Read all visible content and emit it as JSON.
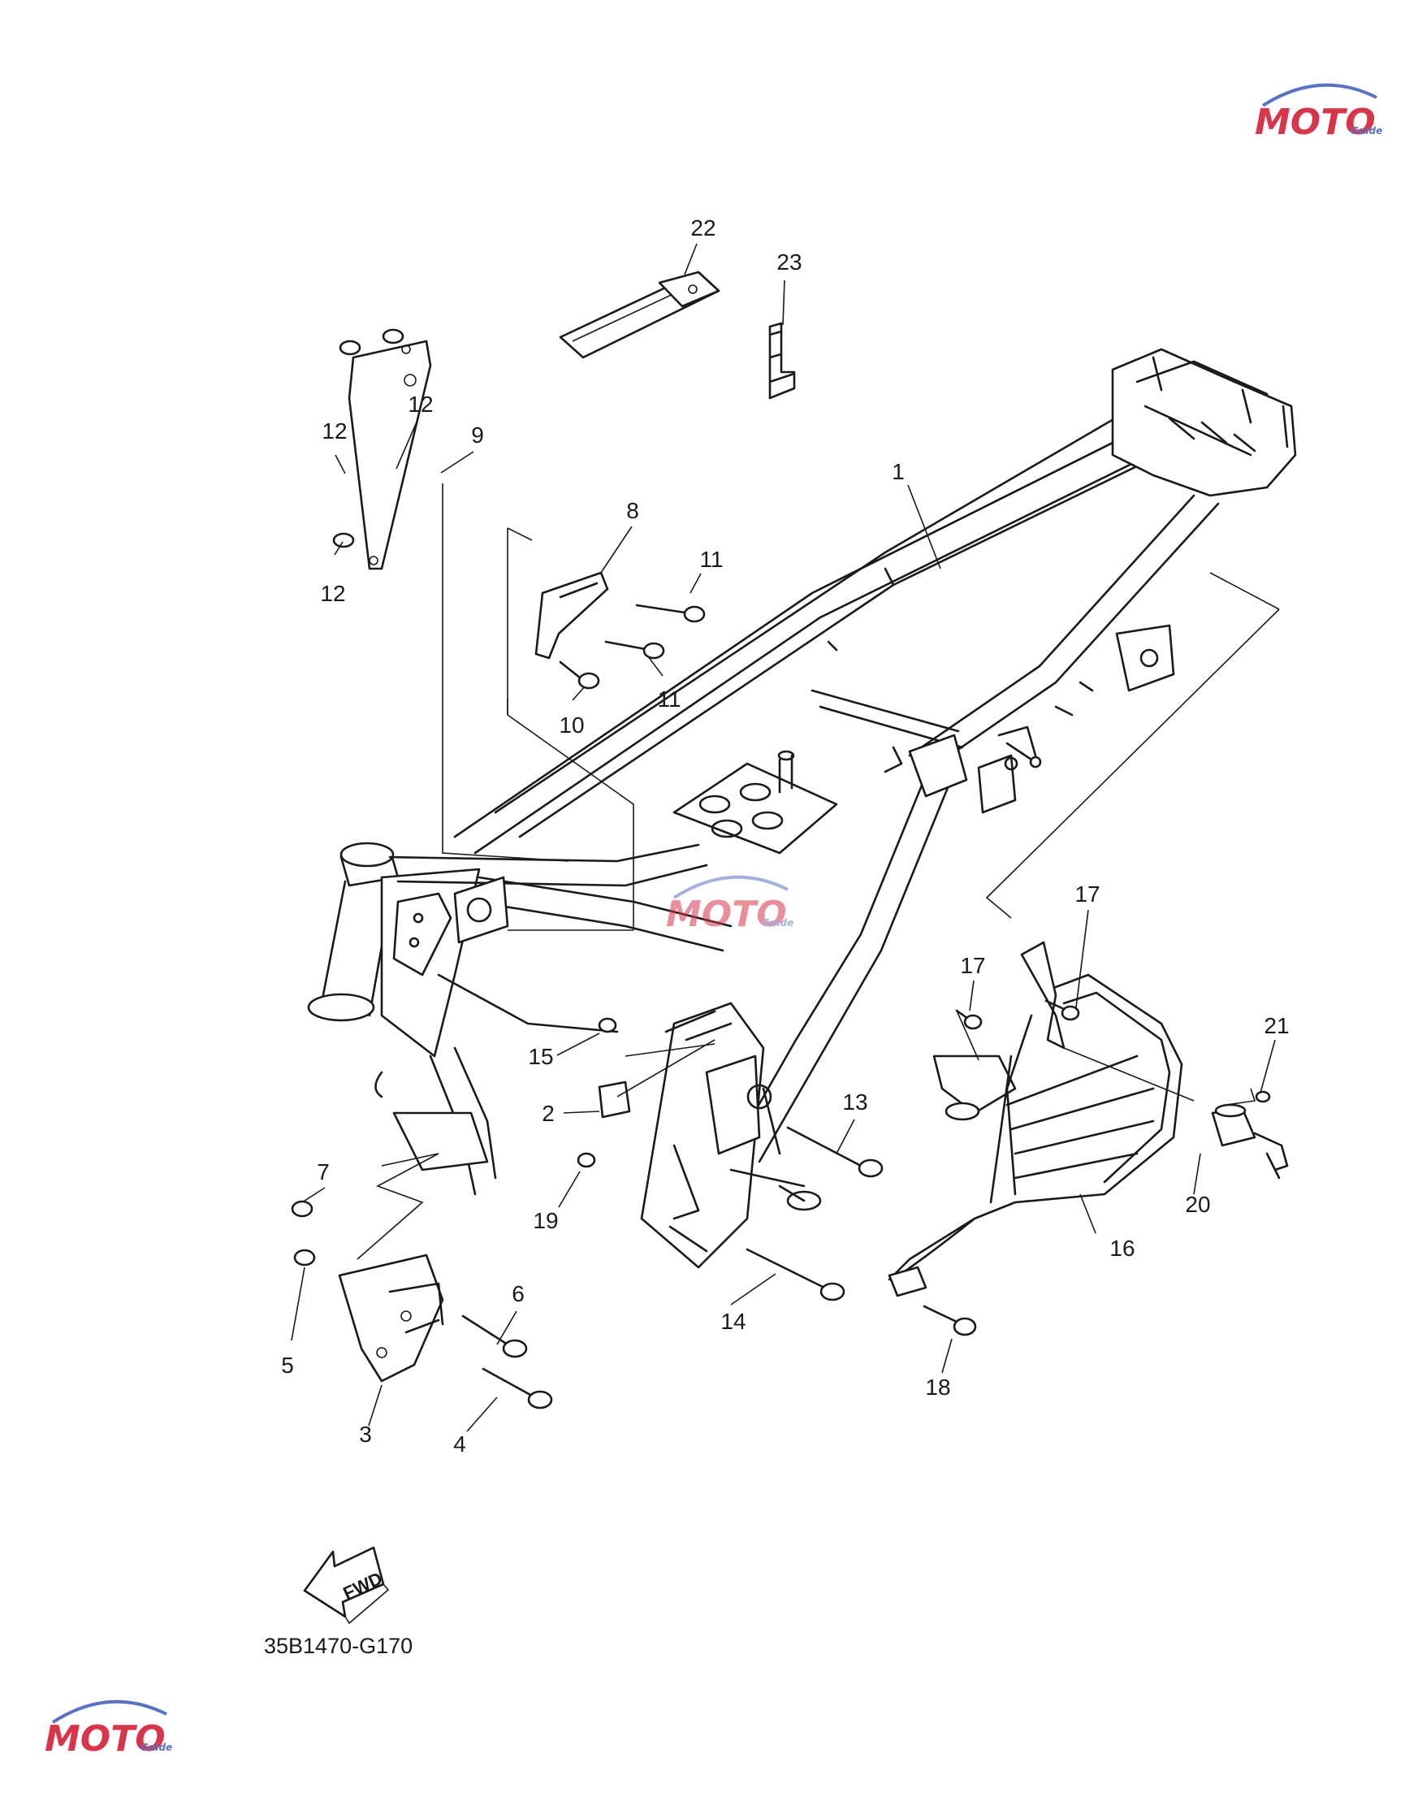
{
  "diagram": {
    "callouts": [
      "1",
      "2",
      "3",
      "4",
      "5",
      "6",
      "7",
      "8",
      "9",
      "10",
      "11",
      "11",
      "12",
      "12",
      "12",
      "13",
      "14",
      "15",
      "16",
      "17",
      "17",
      "18",
      "19",
      "20",
      "21",
      "22",
      "23"
    ],
    "direction_label": "FWD",
    "drawing_code": "35B1470-G170"
  },
  "watermark": {
    "text": "MOTO",
    "subtext": "Guide",
    "colors": {
      "red": "#d8354b",
      "blue": "#5a72c4"
    }
  }
}
